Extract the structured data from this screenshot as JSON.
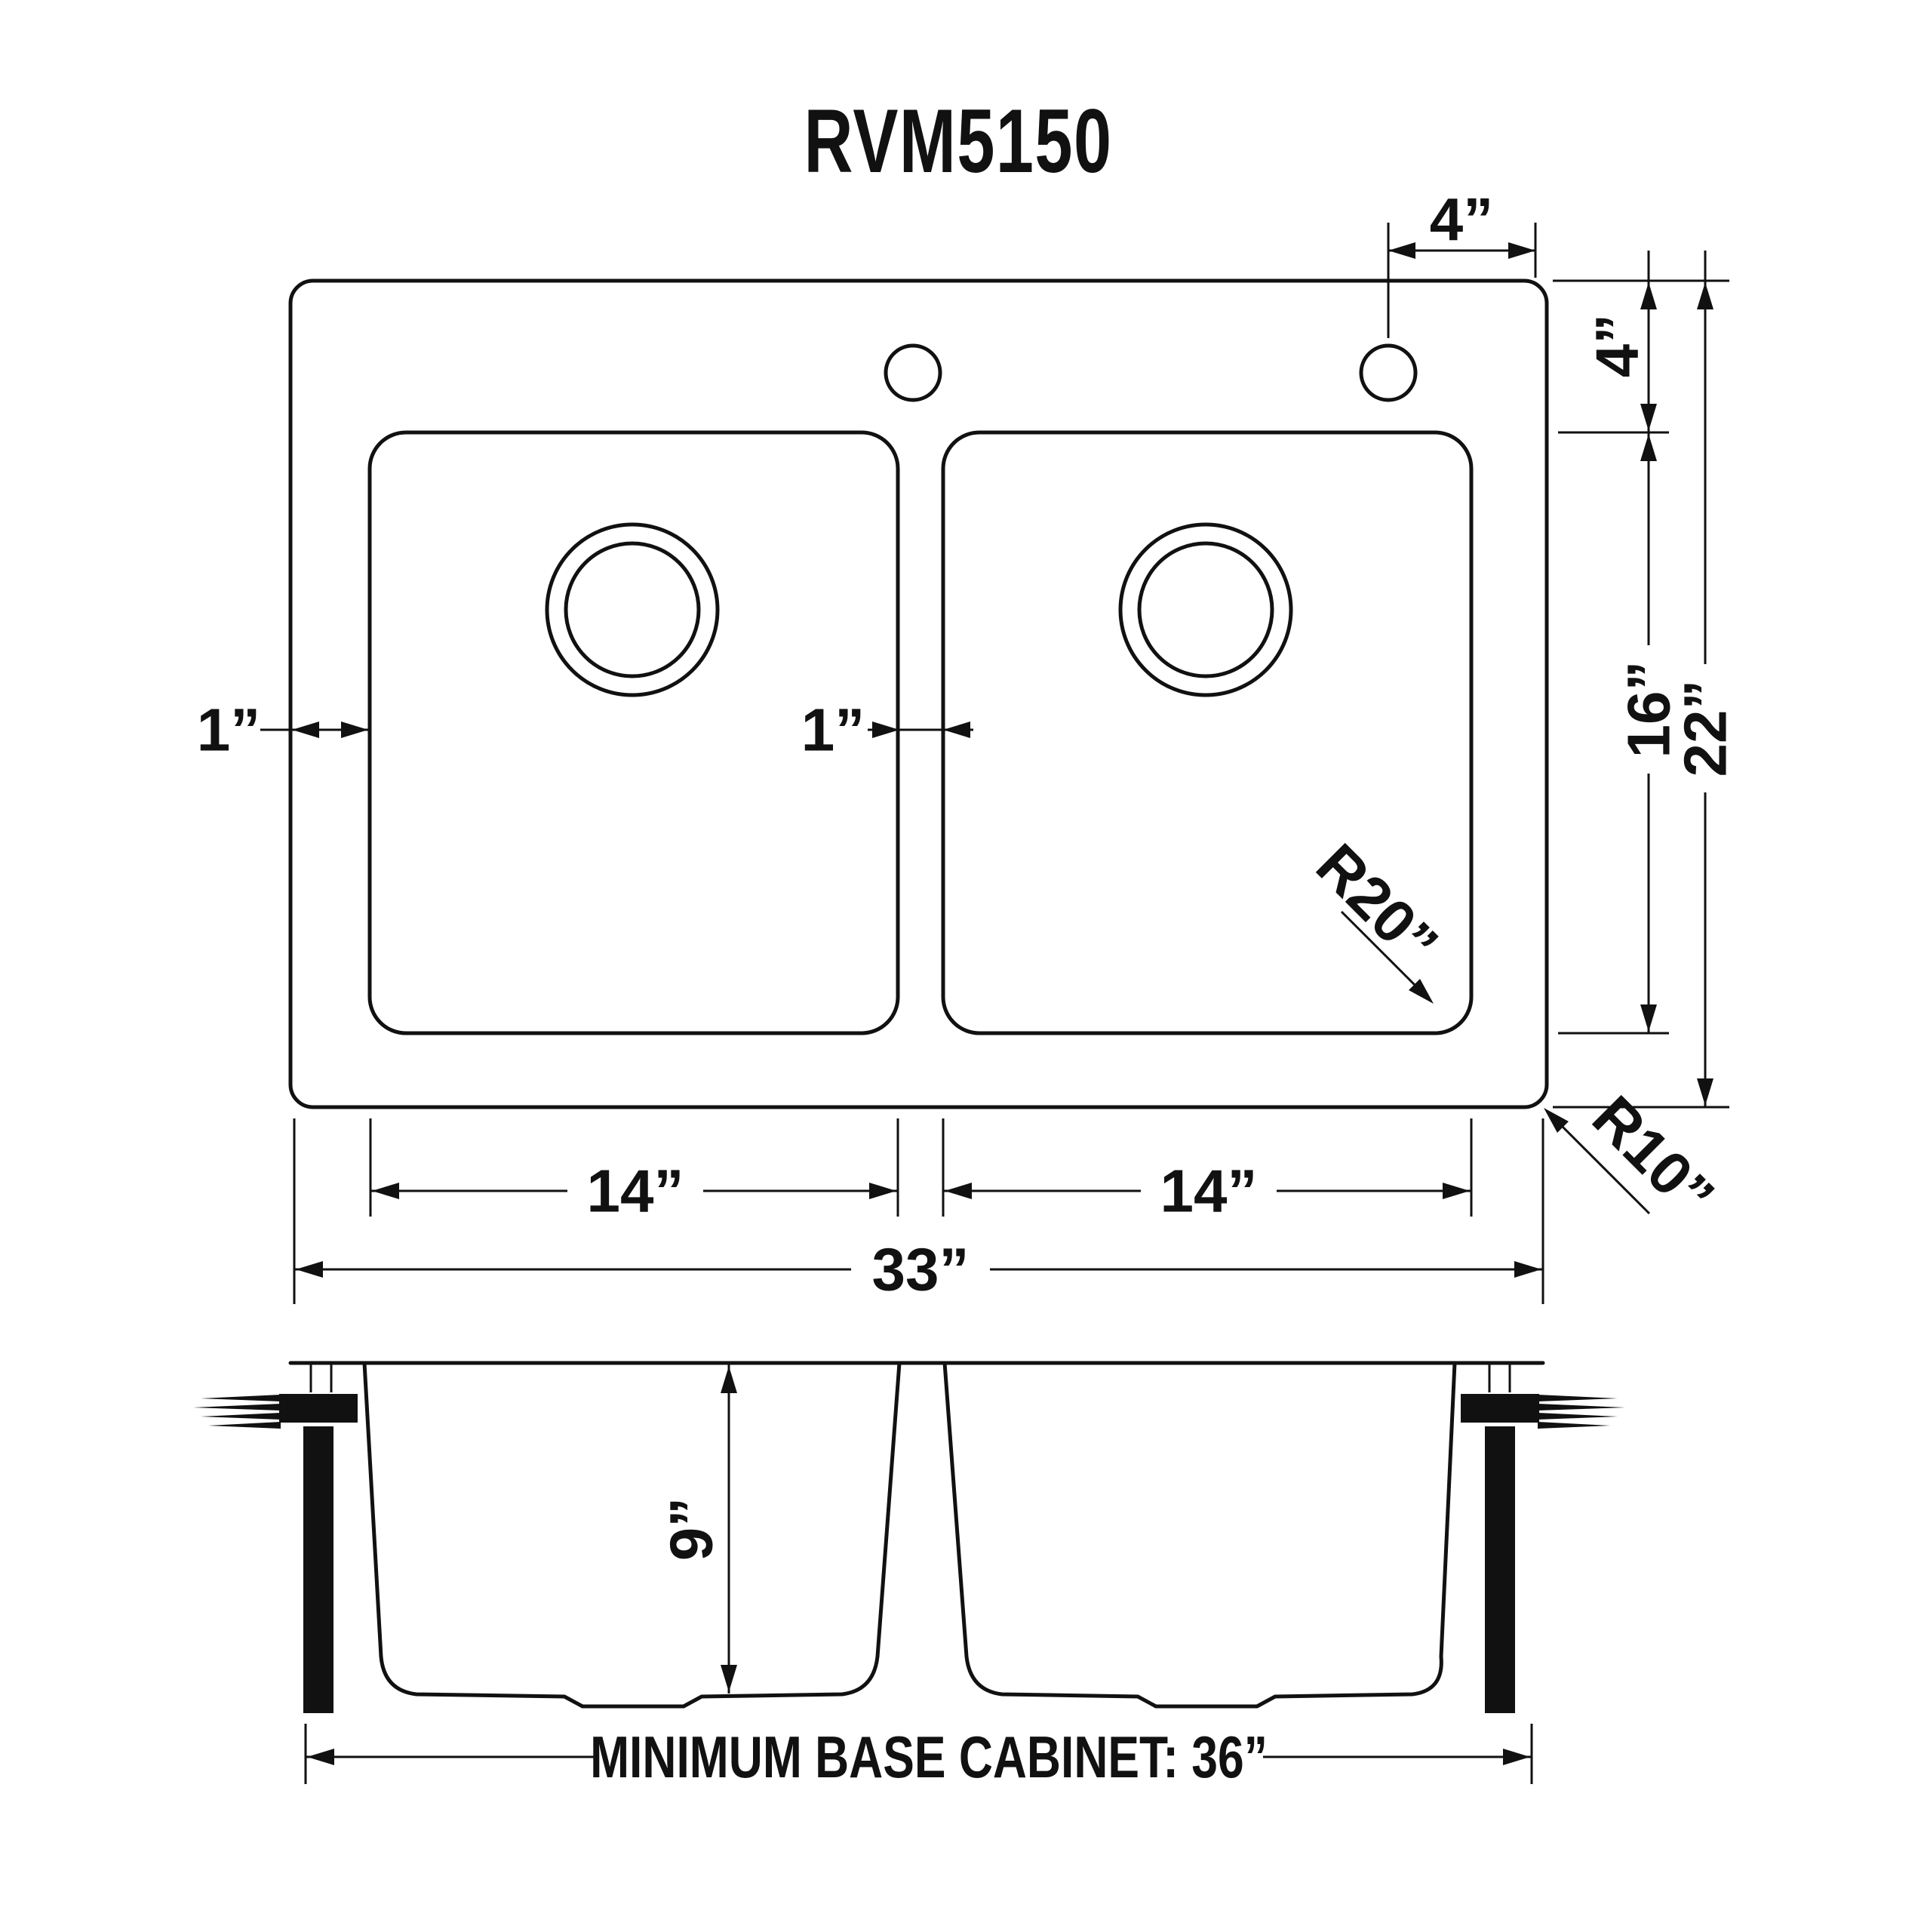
{
  "title": "RVM5150",
  "plan_view": {
    "dim_faucet_offset_horizontal": "4”",
    "dim_faucet_offset_vertical": "4”",
    "dim_bowl_front_to_back": "16”",
    "dim_overall_front_to_back": "22”",
    "dim_edge_to_bowl": "1”",
    "dim_between_bowls": "1”",
    "dim_left_bowl_width": "14”",
    "dim_right_bowl_width": "14”",
    "dim_overall_width": "33”",
    "dim_bowl_corner_radius": "R20”",
    "dim_sink_corner_radius": "R10”"
  },
  "side_view": {
    "dim_bowl_depth": "9”",
    "cabinet_note": "MINIMUM BASE CABINET: 36”"
  }
}
